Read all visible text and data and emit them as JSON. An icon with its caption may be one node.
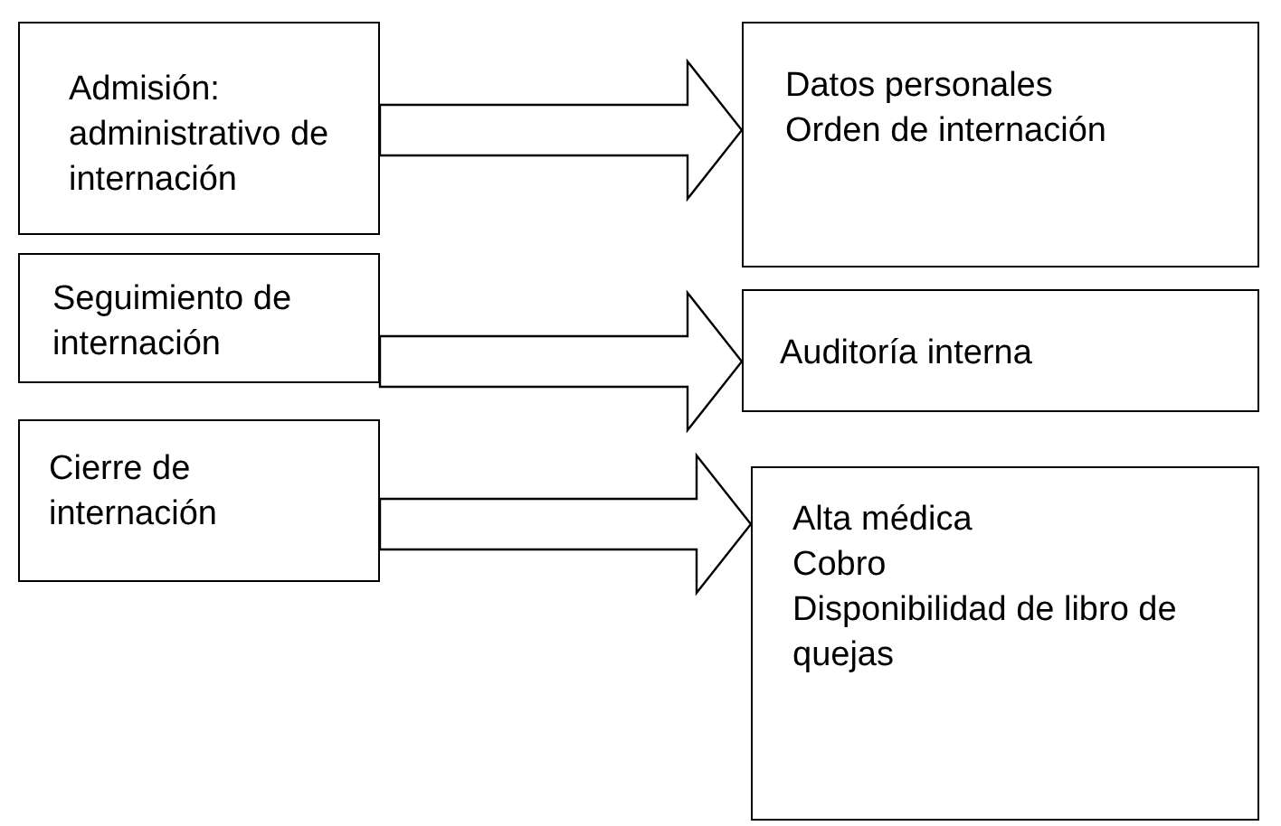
{
  "diagram": {
    "nodes": [
      {
        "text": [
          "Admisión: administrativo de internación"
        ]
      },
      {
        "text": [
          "Datos personales",
          "Orden de internación"
        ]
      },
      {
        "text": [
          "Seguimiento de internación"
        ]
      },
      {
        "text": [
          "Auditoría interna"
        ]
      },
      {
        "text": [
          "Cierre de internación"
        ]
      },
      {
        "text": [
          "Alta médica",
          "Cobro",
          "Disponibilidad de libro de quejas"
        ]
      }
    ],
    "edges": [
      {
        "from": 0,
        "to": 1,
        "arrow": "to"
      },
      {
        "from": 2,
        "to": 3,
        "arrow": "to"
      },
      {
        "from": 4,
        "to": 5,
        "arrow": "to"
      }
    ]
  }
}
